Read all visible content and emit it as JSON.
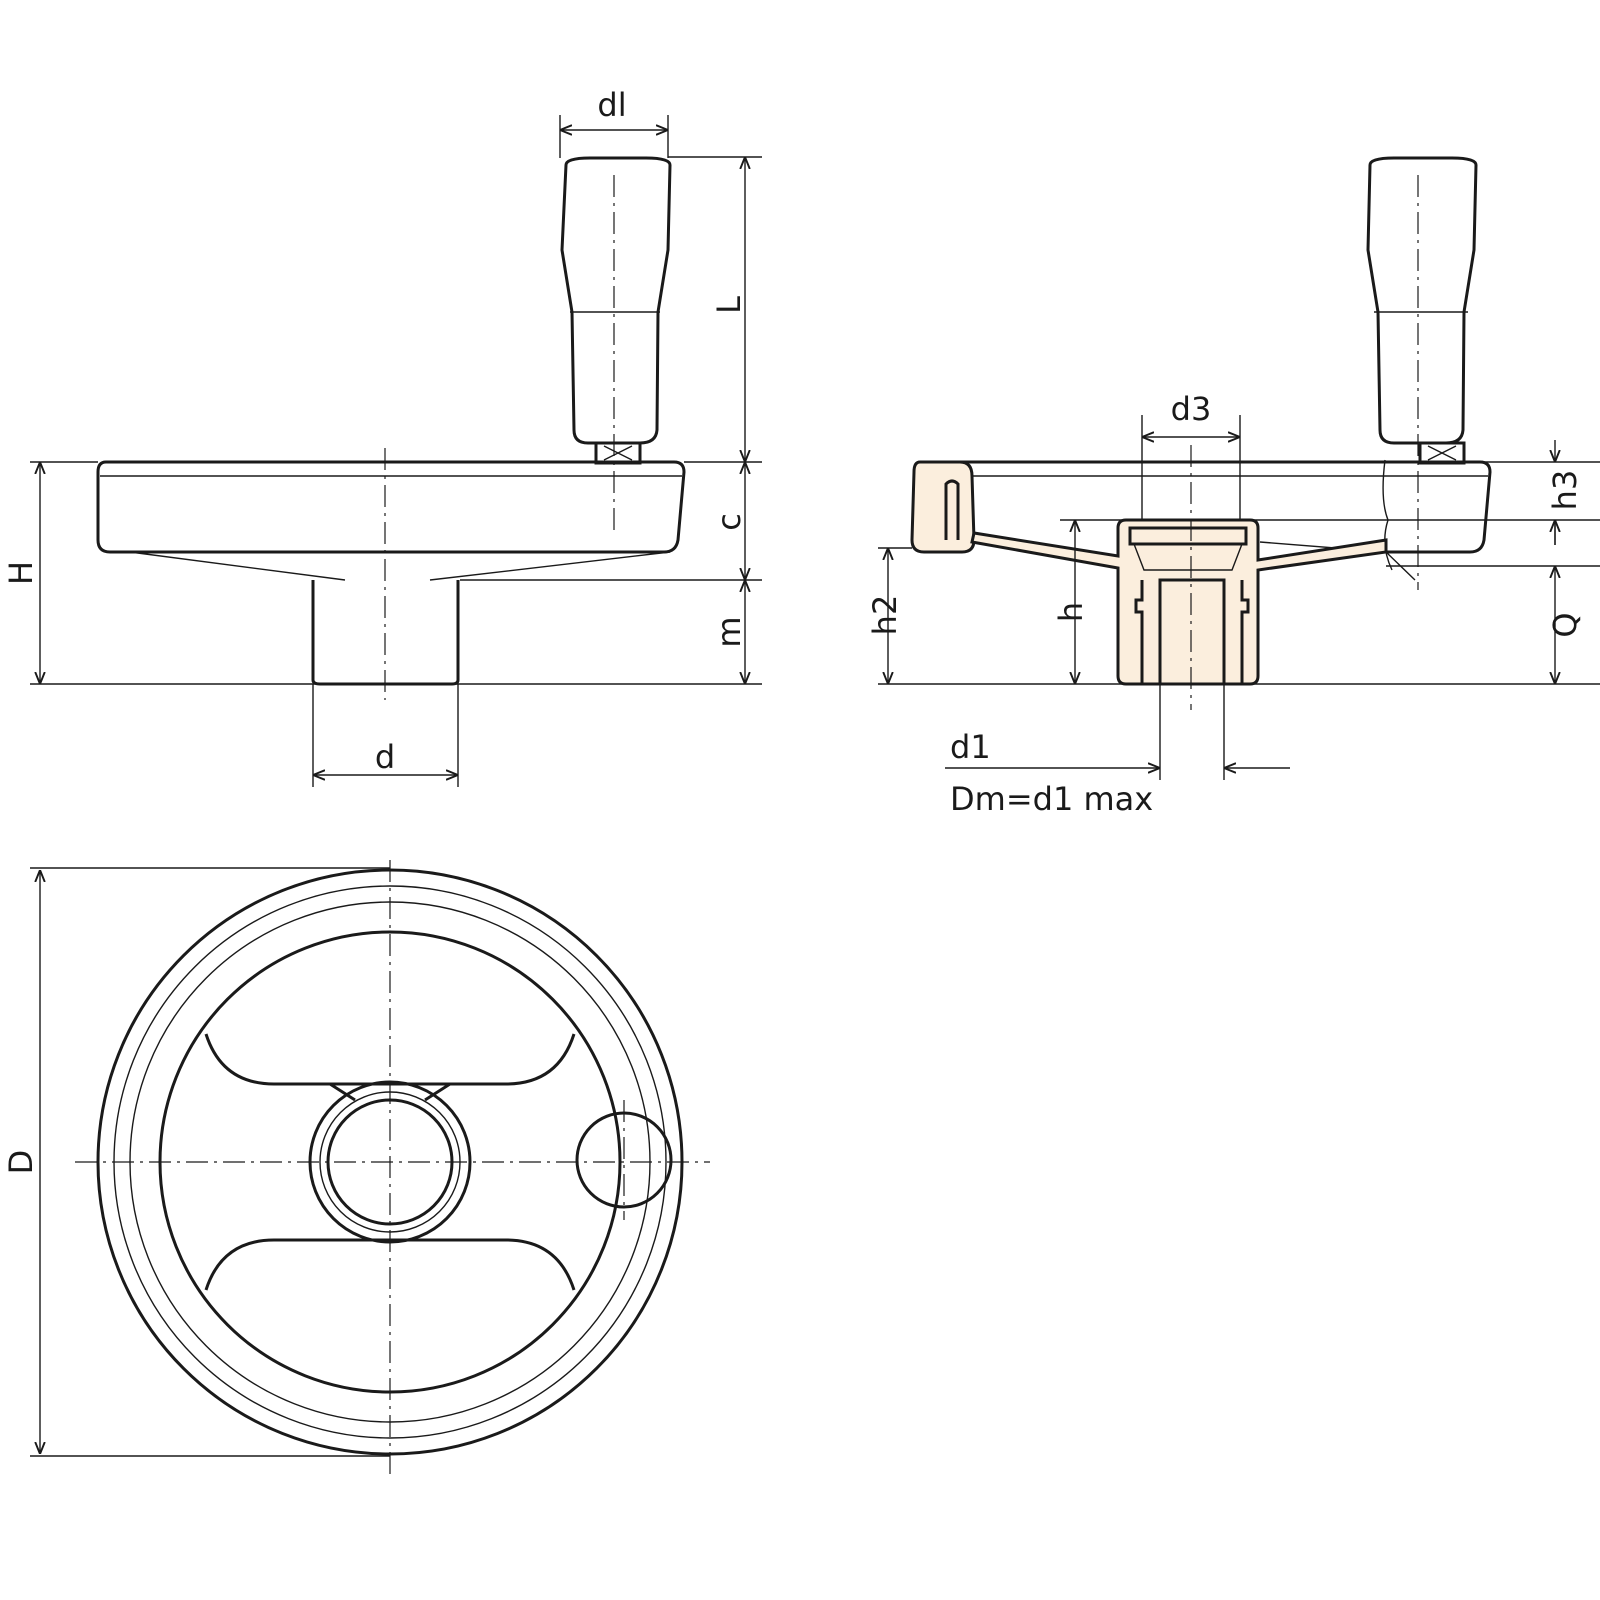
{
  "title": "Handwheel with revolving handle - dimension drawing",
  "colors": {
    "line": "#1a1a1a",
    "section_fill": "#fbeedd"
  },
  "labels": {
    "dl": "dl",
    "L": "L",
    "c": "c",
    "H": "H",
    "m": "m",
    "d": "d",
    "d3": "d3",
    "h3": "h3",
    "h2": "h2",
    "h": "h",
    "Q": "Q",
    "d1": "d1",
    "dm": "Dm=d1 max",
    "D": "D"
  }
}
